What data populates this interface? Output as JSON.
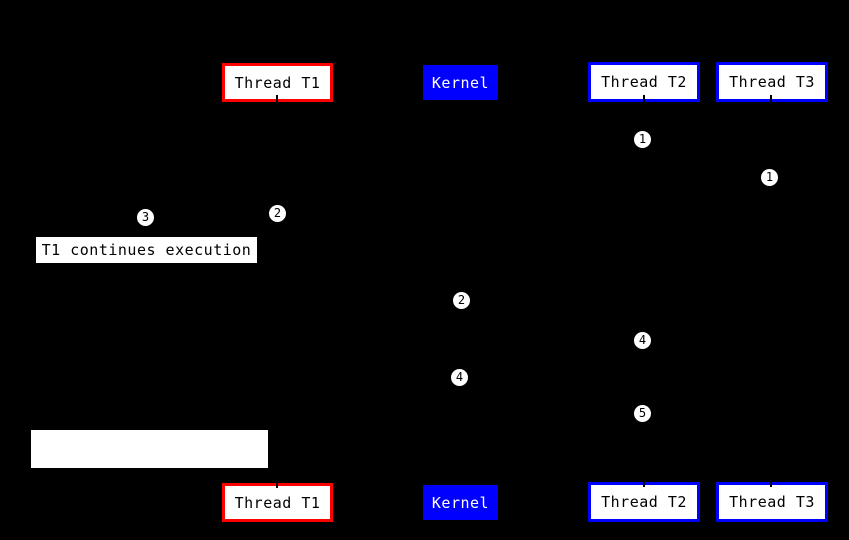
{
  "diagram": {
    "background_color": "#000000",
    "colors": {
      "t1_border": "#ff0000",
      "thread_border": "#0000ff",
      "kernel_fill": "#0000ff",
      "box_fill": "#ffffff",
      "box_text": "#000000",
      "kernel_text": "#ffffff",
      "marker_fill": "#ffffff",
      "marker_text": "#000000"
    },
    "actors_top": [
      {
        "label": "Thread T1"
      },
      {
        "label": "Kernel"
      },
      {
        "label": "Thread T2"
      },
      {
        "label": "Thread T3"
      }
    ],
    "actors_bottom": [
      {
        "label": "Thread T1"
      },
      {
        "label": "Kernel"
      },
      {
        "label": "Thread T2"
      },
      {
        "label": "Thread T3"
      }
    ],
    "step_markers": [
      {
        "label": "1"
      },
      {
        "label": "1"
      },
      {
        "label": "2"
      },
      {
        "label": "3"
      },
      {
        "label": "2"
      },
      {
        "label": "4"
      },
      {
        "label": "4"
      },
      {
        "label": "5"
      }
    ],
    "notes": [
      {
        "label": "T1 continues execution"
      },
      {
        "label": ""
      }
    ]
  }
}
